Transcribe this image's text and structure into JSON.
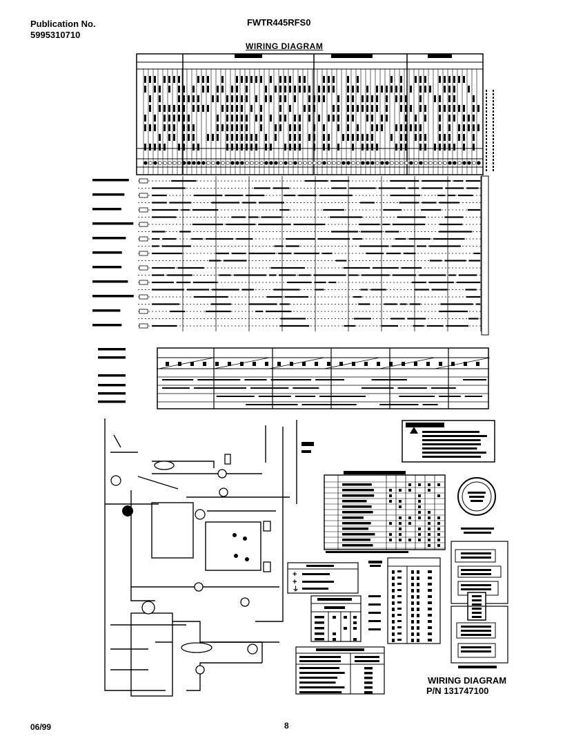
{
  "header": {
    "publication_label": "Publication No.",
    "publication_number": "5995310710",
    "model": "FWTR445RFS0",
    "title": "WIRING DIAGRAM"
  },
  "footer": {
    "date": "06/99",
    "page": "8"
  },
  "diagram_label": {
    "line1": "WIRING DIAGRAM",
    "line2": "P/N 131747100"
  }
}
